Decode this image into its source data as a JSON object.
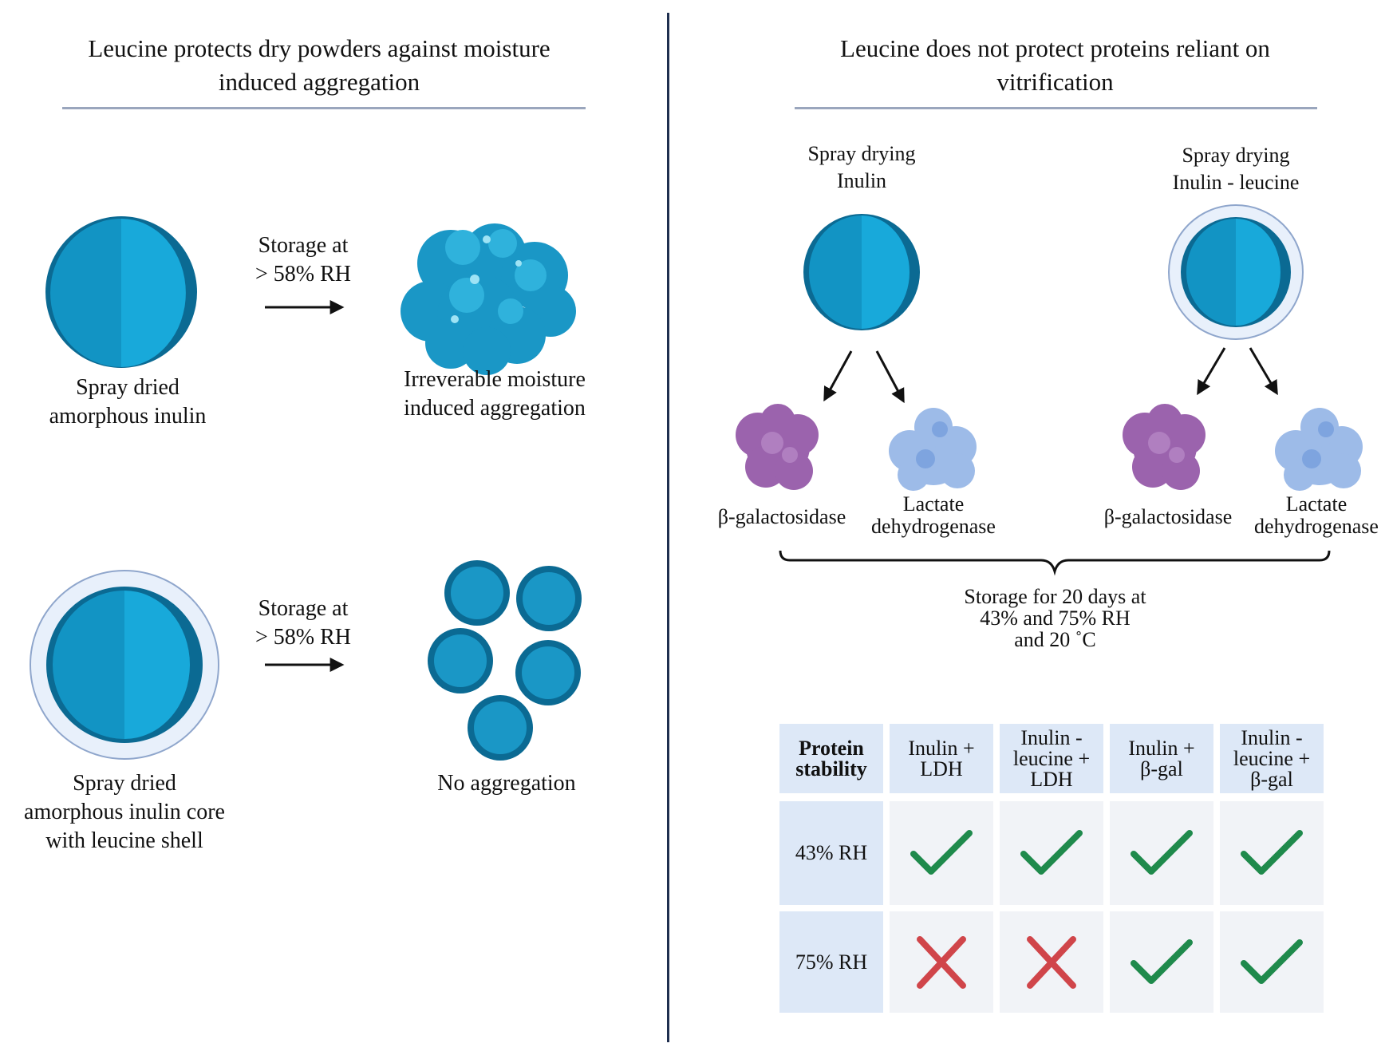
{
  "left": {
    "title_line1": "Leucine protects dry powders against moisture",
    "title_line2": "induced aggregation",
    "row1": {
      "storage_line1": "Storage at",
      "storage_line2": "> 58% RH",
      "start_label_line1": "Spray dried",
      "start_label_line2": "amorphous inulin",
      "end_label_line1": "Irreverable moisture",
      "end_label_line2": "induced aggregation"
    },
    "row2": {
      "storage_line1": "Storage at",
      "storage_line2": "> 58% RH",
      "start_label_line1": "Spray dried",
      "start_label_line2": "amorphous inulin core",
      "start_label_line3": "with leucine shell",
      "end_label": "No aggregation"
    }
  },
  "right": {
    "title_line1": "Leucine does not protect proteins reliant on",
    "title_line2": "vitrification",
    "branch_a": {
      "label_line1": "Spray drying",
      "label_line2": "Inulin",
      "protein1": "β-galactosidase",
      "protein2_line1": "Lactate",
      "protein2_line2": "dehydrogenase"
    },
    "branch_b": {
      "label_line1": "Spray drying",
      "label_line2": "Inulin - leucine",
      "protein1": "β-galactosidase",
      "protein2_line1": "Lactate",
      "protein2_line2": "dehydrogenase"
    },
    "storage_line1": "Storage for 20 days at",
    "storage_line2": "43% and 75% RH",
    "storage_line3": "and 20 ˚C",
    "table": {
      "corner_line1": "Protein",
      "corner_line2": "stability",
      "columns": [
        {
          "line1": "Inulin +",
          "line2": "LDH",
          "line3": ""
        },
        {
          "line1": "Inulin -",
          "line2": "leucine +",
          "line3": "LDH"
        },
        {
          "line1": "Inulin +",
          "line2": "β-gal",
          "line3": ""
        },
        {
          "line1": "Inulin -",
          "line2": "leucine +",
          "line3": "β-gal"
        }
      ],
      "rows": [
        {
          "label": "43% RH",
          "results": [
            "check",
            "check",
            "check",
            "check"
          ]
        },
        {
          "label": "75% RH",
          "results": [
            "cross",
            "cross",
            "check",
            "check"
          ]
        }
      ],
      "check_color": "#1f8a4c",
      "cross_color": "#d0454a"
    }
  },
  "colors": {
    "particle_dark": "#0b6a93",
    "particle_light": "#17a6d6",
    "particle_mid": "#1294c4",
    "shell": "#e8f0fb",
    "shell_outline": "#8fa6cc",
    "protein_purple": "#9b63ad",
    "protein_blue": "#9dbbe8",
    "divider": "#1f2f4f"
  }
}
